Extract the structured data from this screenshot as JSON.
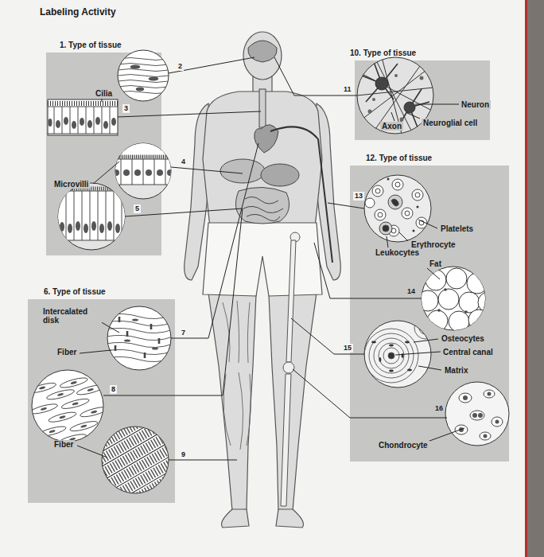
{
  "diagram": {
    "title": "Labeling Activity",
    "nodes": [
      {
        "text": [
          "1. Type of tissue"
        ]
      },
      {
        "text": [
          "6. Type of tissue"
        ]
      },
      {
        "text": [
          "10. Type of tissue"
        ]
      },
      {
        "text": [
          "12. Type of tissue"
        ]
      }
    ],
    "labels": [
      "Cilia",
      "2",
      "3",
      "Microvilli",
      "4",
      "5",
      "Intercalated disk",
      "Fiber",
      "7",
      "8",
      "Fiber",
      "9",
      "11",
      "Neuron",
      "Neuroglial cell",
      "Axon",
      "13",
      "Platelets",
      "Erythrocyte",
      "Leukocytes",
      "Fat",
      "14",
      "Osteocytes",
      "Central canal",
      "Matrix",
      "15",
      "16",
      "Chondrocyte"
    ]
  }
}
